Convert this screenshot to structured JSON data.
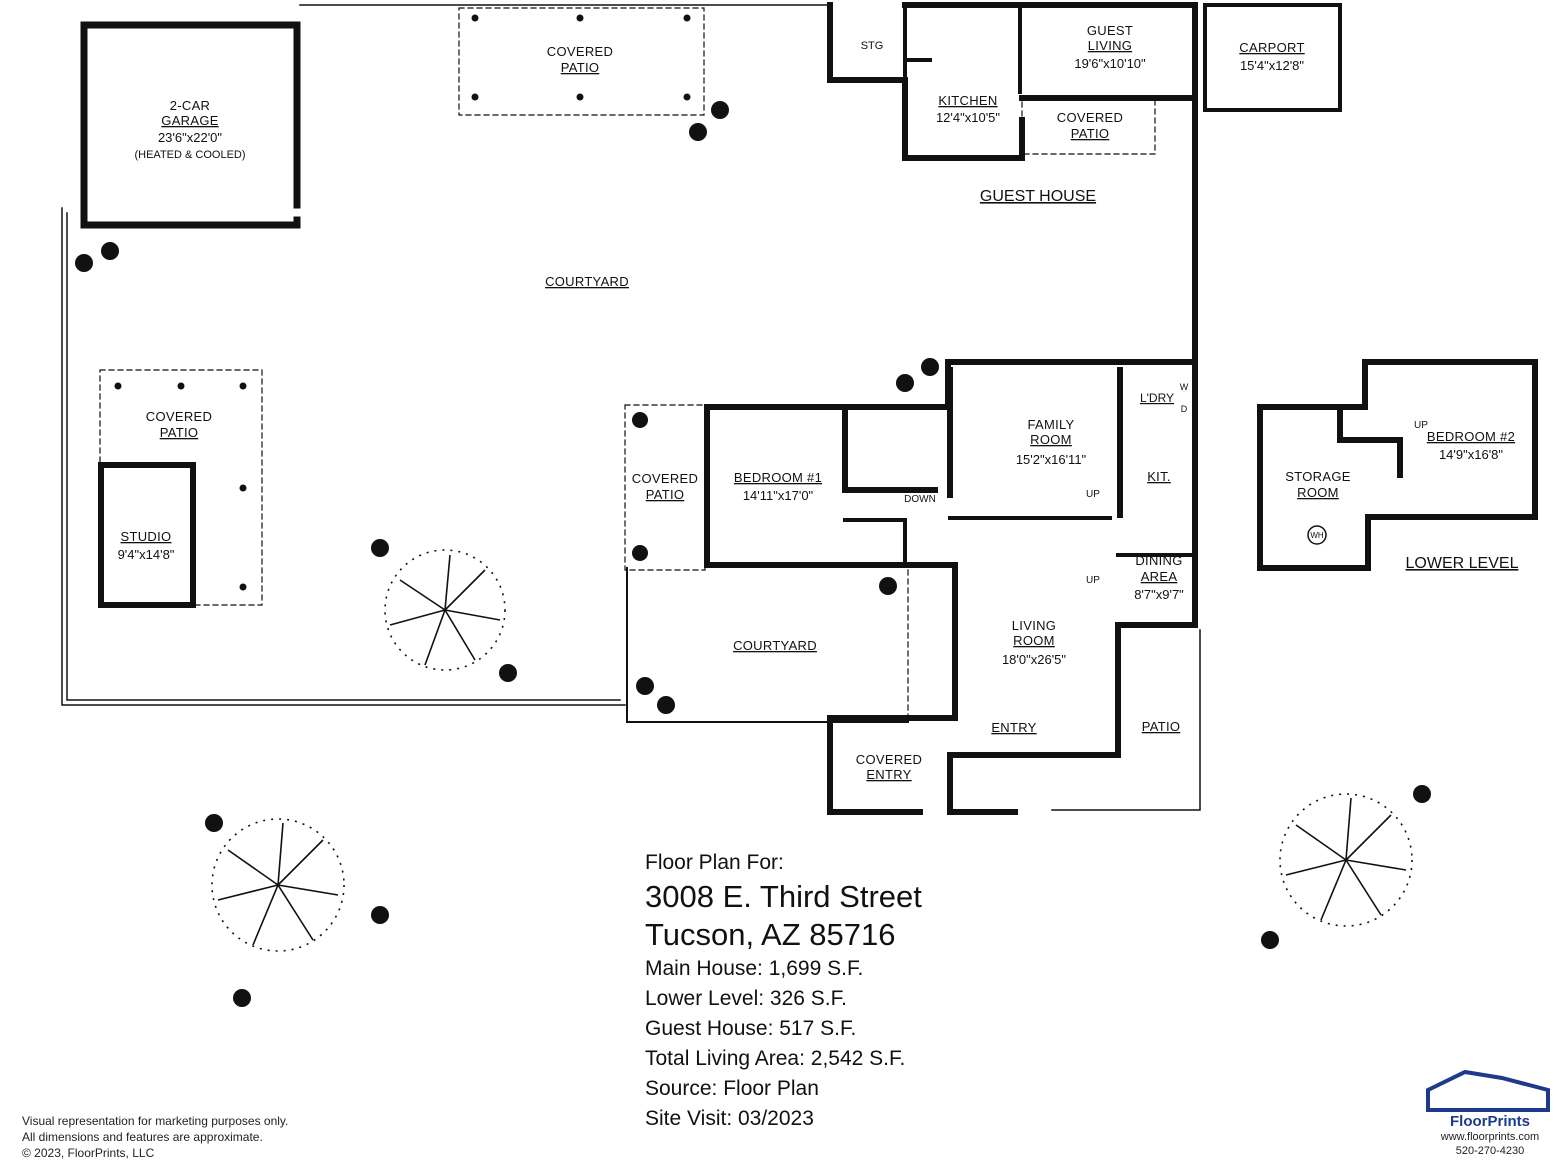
{
  "rooms": {
    "garage": {
      "name": "2-CAR",
      "name2": "GARAGE",
      "dim": "23'6\"x22'0\"",
      "note": "(HEATED & COOLED)"
    },
    "covered_patio_top": {
      "name": "COVERED",
      "name2": "PATIO"
    },
    "stg": {
      "name": "STG"
    },
    "kitchen_guest": {
      "name": "KITCHEN",
      "dim": "12'4\"x10'5\""
    },
    "guest_living": {
      "name": "GUEST",
      "name2": "LIVING",
      "dim": "19'6\"x10'10\""
    },
    "covered_patio_guest": {
      "name": "COVERED",
      "name2": "PATIO"
    },
    "carport": {
      "name": "CARPORT",
      "dim": "15'4\"x12'8\""
    },
    "guest_house": {
      "name": "GUEST HOUSE"
    },
    "courtyard_main": {
      "name": "COURTYARD"
    },
    "covered_patio_studio": {
      "name": "COVERED",
      "name2": "PATIO"
    },
    "studio": {
      "name": "STUDIO",
      "dim": "9'4\"x14'8\""
    },
    "covered_patio_bed": {
      "name": "COVERED",
      "name2": "PATIO"
    },
    "bedroom1": {
      "name": "BEDROOM #1",
      "dim": "14'11\"x17'0\""
    },
    "down": {
      "name": "DOWN"
    },
    "family": {
      "name": "FAMILY",
      "name2": "ROOM",
      "dim": "15'2\"x16'11\""
    },
    "laundry": {
      "name": "L'DRY"
    },
    "washer": {
      "name": "W"
    },
    "dryer": {
      "name": "D"
    },
    "kit": {
      "name": "KIT."
    },
    "up1": {
      "name": "UP"
    },
    "up2": {
      "name": "UP"
    },
    "up3": {
      "name": "UP"
    },
    "dining": {
      "name": "DINING",
      "name2": "AREA",
      "dim": "8'7\"x9'7\""
    },
    "courtyard_small": {
      "name": "COURTYARD"
    },
    "living": {
      "name": "LIVING",
      "name2": "ROOM",
      "dim": "18'0\"x26'5\""
    },
    "entry": {
      "name": "ENTRY"
    },
    "patio": {
      "name": "PATIO"
    },
    "covered_entry": {
      "name": "COVERED",
      "name2": "ENTRY"
    },
    "storage": {
      "name": "STORAGE",
      "name2": "ROOM"
    },
    "wh": {
      "name": "WH"
    },
    "bedroom2": {
      "name": "BEDROOM #2",
      "dim": "14'9\"x16'8\""
    },
    "lower_level": {
      "name": "LOWER LEVEL"
    }
  },
  "info": {
    "heading": "Floor Plan For:",
    "address1": "3008 E. Third Street",
    "address2": "Tucson, AZ  85716",
    "main_house": "Main House:  1,699 S.F.",
    "lower_level": "Lower Level:  326 S.F.",
    "guest_house": "Guest House:  517 S.F.",
    "total": "Total Living Area:  2,542 S.F.",
    "source": "Source:  Floor Plan",
    "site_visit": "Site Visit:  03/2023"
  },
  "disclaimer": {
    "line1": "Visual representation for marketing purposes only.",
    "line2": "All dimensions and features are approximate.",
    "line3": "© 2023, FloorPrints, LLC"
  },
  "brand": {
    "name": "FloorPrints",
    "url": "www.floorprints.com",
    "phone": "520-270-4230",
    "color": "#1e3a8a"
  }
}
